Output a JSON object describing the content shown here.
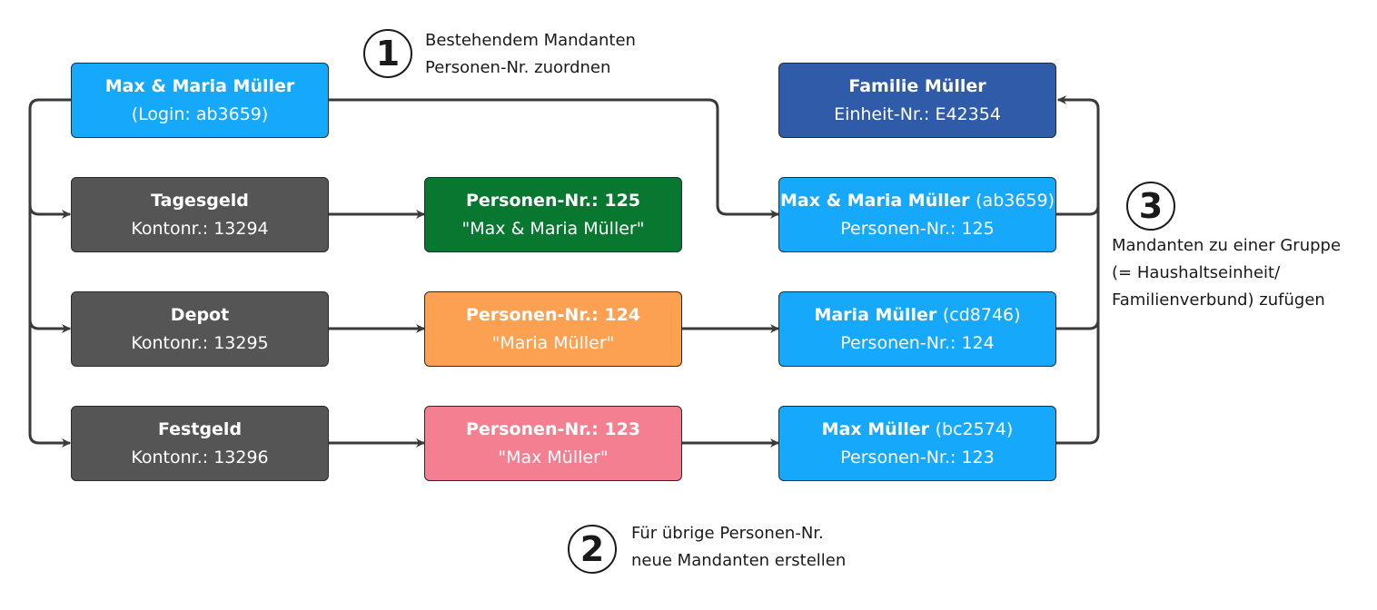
{
  "colors": {
    "blue": "#16a8fb",
    "dark_blue": "#2f5ba8",
    "gray": "#555555",
    "green": "#08772f",
    "orange": "#fca052",
    "pink": "#f47f91",
    "stroke": "#2b2b2b"
  },
  "annotations": {
    "step1": {
      "number": "1",
      "line1": "Bestehendem Mandanten",
      "line2": "Personen-Nr. zuordnen"
    },
    "step2": {
      "number": "2",
      "line1": "Für übrige Personen-Nr.",
      "line2": "neue Mandanten erstellen"
    },
    "step3": {
      "number": "3",
      "line1": "Mandanten zu einer Gruppe",
      "line2": "(= Haushaltseinheit/",
      "line3": "Familienverbund) zufügen"
    }
  },
  "nodes": {
    "login": {
      "title": "Max & Maria Müller",
      "sub": "",
      "line2": "(Login: ab3659)"
    },
    "tagesgeld": {
      "title": "Tagesgeld",
      "sub": "",
      "line2": "Kontonr.: 13294"
    },
    "depot": {
      "title": "Depot",
      "sub": "",
      "line2": "Kontonr.: 13295"
    },
    "festgeld": {
      "title": "Festgeld",
      "sub": "",
      "line2": "Kontonr.: 13296"
    },
    "person125": {
      "title": "Personen-Nr.: 125",
      "sub": "",
      "line2": "\"Max & Maria Müller\""
    },
    "person124": {
      "title": "Personen-Nr.: 124",
      "sub": "",
      "line2": "\"Maria Müller\""
    },
    "person123": {
      "title": "Personen-Nr.: 123",
      "sub": "",
      "line2": "\"Max Müller\""
    },
    "familie": {
      "title": "Familie Müller",
      "sub": "",
      "line2": "Einheit-Nr.: E42354"
    },
    "mandant125": {
      "title": "Max & Maria Müller",
      "sub": "(ab3659)",
      "line2": "Personen-Nr.: 125"
    },
    "mandant124": {
      "title": "Maria Müller",
      "sub": "(cd8746)",
      "line2": "Personen-Nr.: 124"
    },
    "mandant123": {
      "title": "Max Müller",
      "sub": "(bc2574)",
      "line2": "Personen-Nr.: 123"
    }
  }
}
